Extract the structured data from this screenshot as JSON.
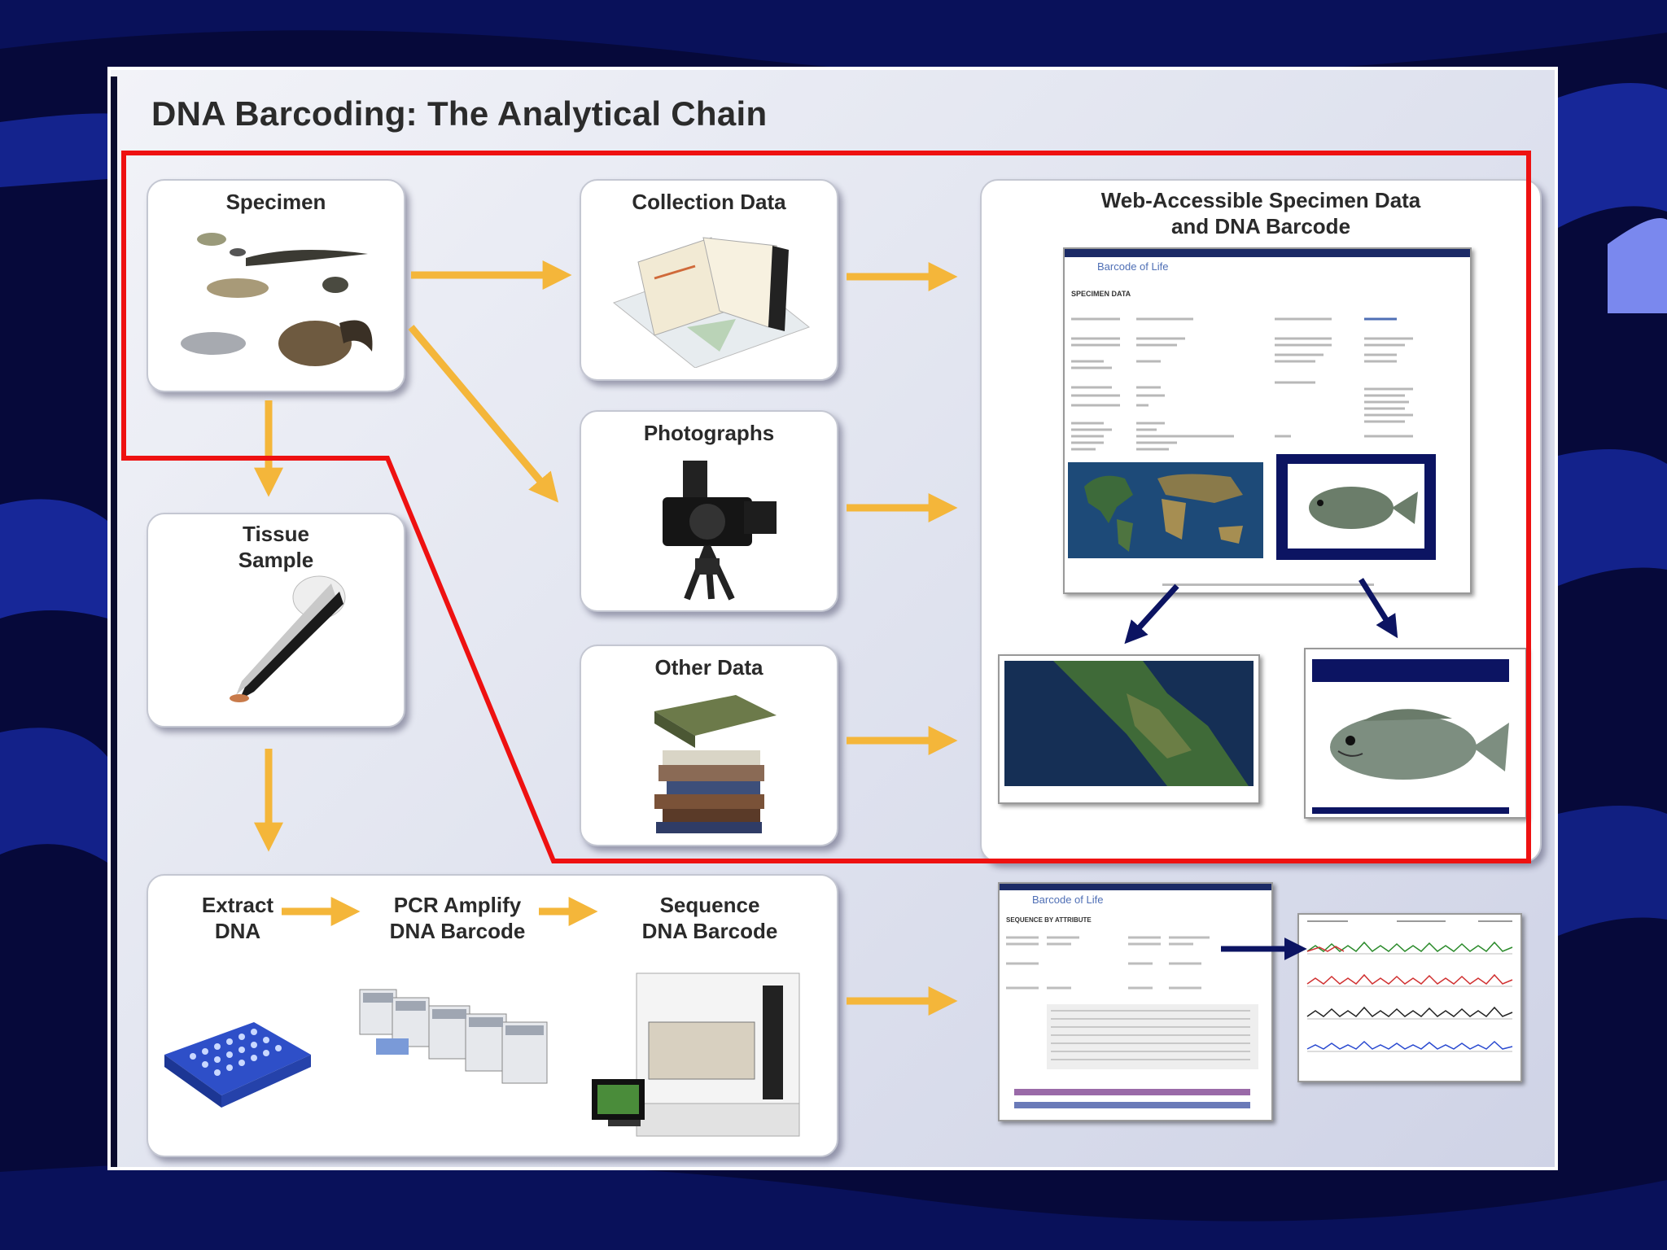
{
  "slide": {
    "title": "DNA Barcoding: The Analytical Chain"
  },
  "boxes": {
    "specimen": "Specimen",
    "collection": "Collection Data",
    "photographs": "Photographs",
    "other": "Other Data",
    "tissue_line1": "Tissue",
    "tissue_line2": "Sample",
    "web_line1": "Web-Accessible Specimen Data",
    "web_line2": "and DNA Barcode"
  },
  "pipeline": {
    "extract_line1": "Extract",
    "extract_line2": "DNA",
    "pcr_line1": "PCR Amplify",
    "pcr_line2": "DNA Barcode",
    "seq_line1": "Sequence",
    "seq_line2": "DNA Barcode"
  },
  "screens": {
    "bol_logo": "Barcode of Life",
    "specimen_page_heading": "SPECIMEN DATA",
    "sequence_page_heading": "SEQUENCE BY ATTRIBUTE"
  },
  "colors": {
    "arrow": "#f4b63a",
    "highlight": "#ee1111",
    "background": "#06093a",
    "frame_navy": "#0c1462"
  },
  "icons": {
    "arrow": "orange-arrow-icon",
    "fish": "fish-icon",
    "camera": "camera-icon",
    "books": "book-stack-icon",
    "forceps": "forceps-icon",
    "plate": "microplate-icon",
    "thermocycler": "thermocycler-icon",
    "sequencer": "sequencer-icon"
  }
}
